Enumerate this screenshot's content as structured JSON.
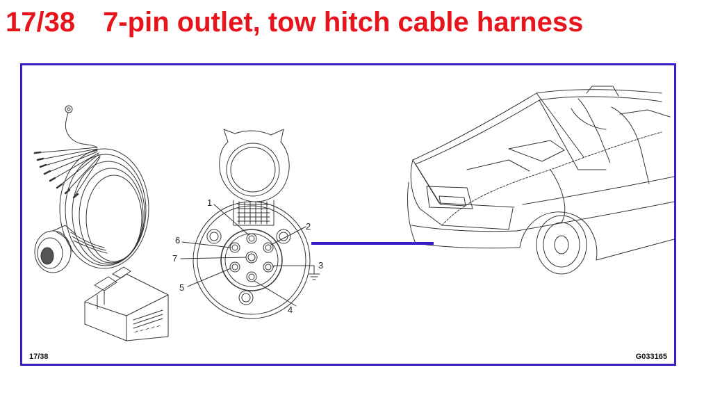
{
  "header": {
    "number": "17/38",
    "title": "7-pin outlet, tow hitch cable harness"
  },
  "figure": {
    "page_ref": "17/38",
    "figure_code": "G033165",
    "pin_labels": [
      "1",
      "2",
      "3",
      "4",
      "5",
      "6",
      "7"
    ]
  },
  "colors": {
    "title": "#e8141c",
    "frame_border": "#3a1fc8",
    "connector_line": "#3a1fc8",
    "line_art": "#333333"
  },
  "icons": [
    "cable-harness-icon",
    "socket-outlet-icon",
    "connector-plug-icon",
    "car-rear-icon",
    "ground-symbol-icon"
  ]
}
